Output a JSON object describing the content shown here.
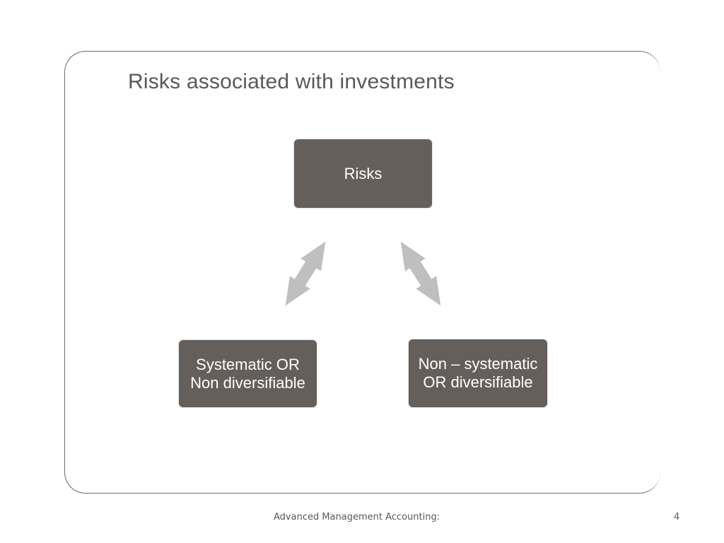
{
  "slide": {
    "title": "Risks associated with investments",
    "footer": "Advanced Management Accounting:",
    "page_number": "4"
  },
  "diagram": {
    "nodes": [
      {
        "label": "Risks"
      },
      {
        "label": "Systematic OR Non diversifiable"
      },
      {
        "label": "Non – systematic OR diversifiable"
      }
    ],
    "connectors": [
      {
        "from": "Risks",
        "to": "Systematic OR Non diversifiable",
        "style": "double-arrow"
      },
      {
        "from": "Risks",
        "to": "Non – systematic OR diversifiable",
        "style": "double-arrow"
      }
    ]
  },
  "colors": {
    "node_fill": "#655f5c",
    "node_text": "#ffffff",
    "arrow_fill": "#bfbfbf",
    "title_text": "#595959"
  }
}
